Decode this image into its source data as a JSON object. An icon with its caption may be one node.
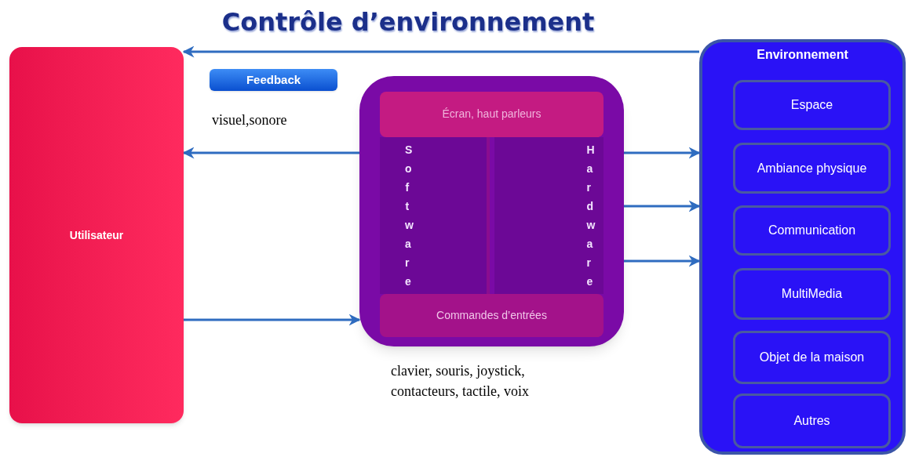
{
  "diagram": {
    "title": "Contrôle d’environnement",
    "nodes": [
      {
        "text": [
          "Feedback"
        ]
      },
      {
        "text": [
          "Utilisateur"
        ]
      },
      {
        "text": [],
        "shape": "box",
        "beside": [
          "clavier, souris, joystick, contacteurs, tactile, voix"
        ]
      },
      {
        "text": [
          "Écran, haut parleurs"
        ],
        "in": 2
      },
      {
        "text": [
          "Software"
        ],
        "in": 2
      },
      {
        "text": [
          "Hardware"
        ],
        "in": 2
      },
      {
        "text": [
          "Commandes d’entrées"
        ],
        "in": 2
      },
      {
        "text": [
          "Environnement"
        ]
      },
      {
        "text": [
          "Espace"
        ],
        "in": 7
      },
      {
        "text": [
          "Ambiance physique"
        ],
        "in": 7
      },
      {
        "text": [
          "Communication"
        ],
        "in": 7
      },
      {
        "text": [
          "MultiMedia"
        ],
        "in": 7
      },
      {
        "text": [
          "Objet de la maison"
        ],
        "in": 7
      },
      {
        "text": [
          "Autres"
        ],
        "in": 7
      }
    ],
    "edges": [
      {
        "from": 7,
        "to": 1,
        "arrow": "to"
      },
      {
        "from": 2,
        "to": 1,
        "arrow": "to",
        "label": "visuel,sonore"
      },
      {
        "from": 1,
        "to": 2,
        "arrow": "to"
      },
      {
        "from": 2,
        "to": 7,
        "arrow": "to"
      },
      {
        "from": 2,
        "to": 7,
        "arrow": "to"
      },
      {
        "from": 2,
        "to": 7,
        "arrow": "to"
      }
    ]
  }
}
